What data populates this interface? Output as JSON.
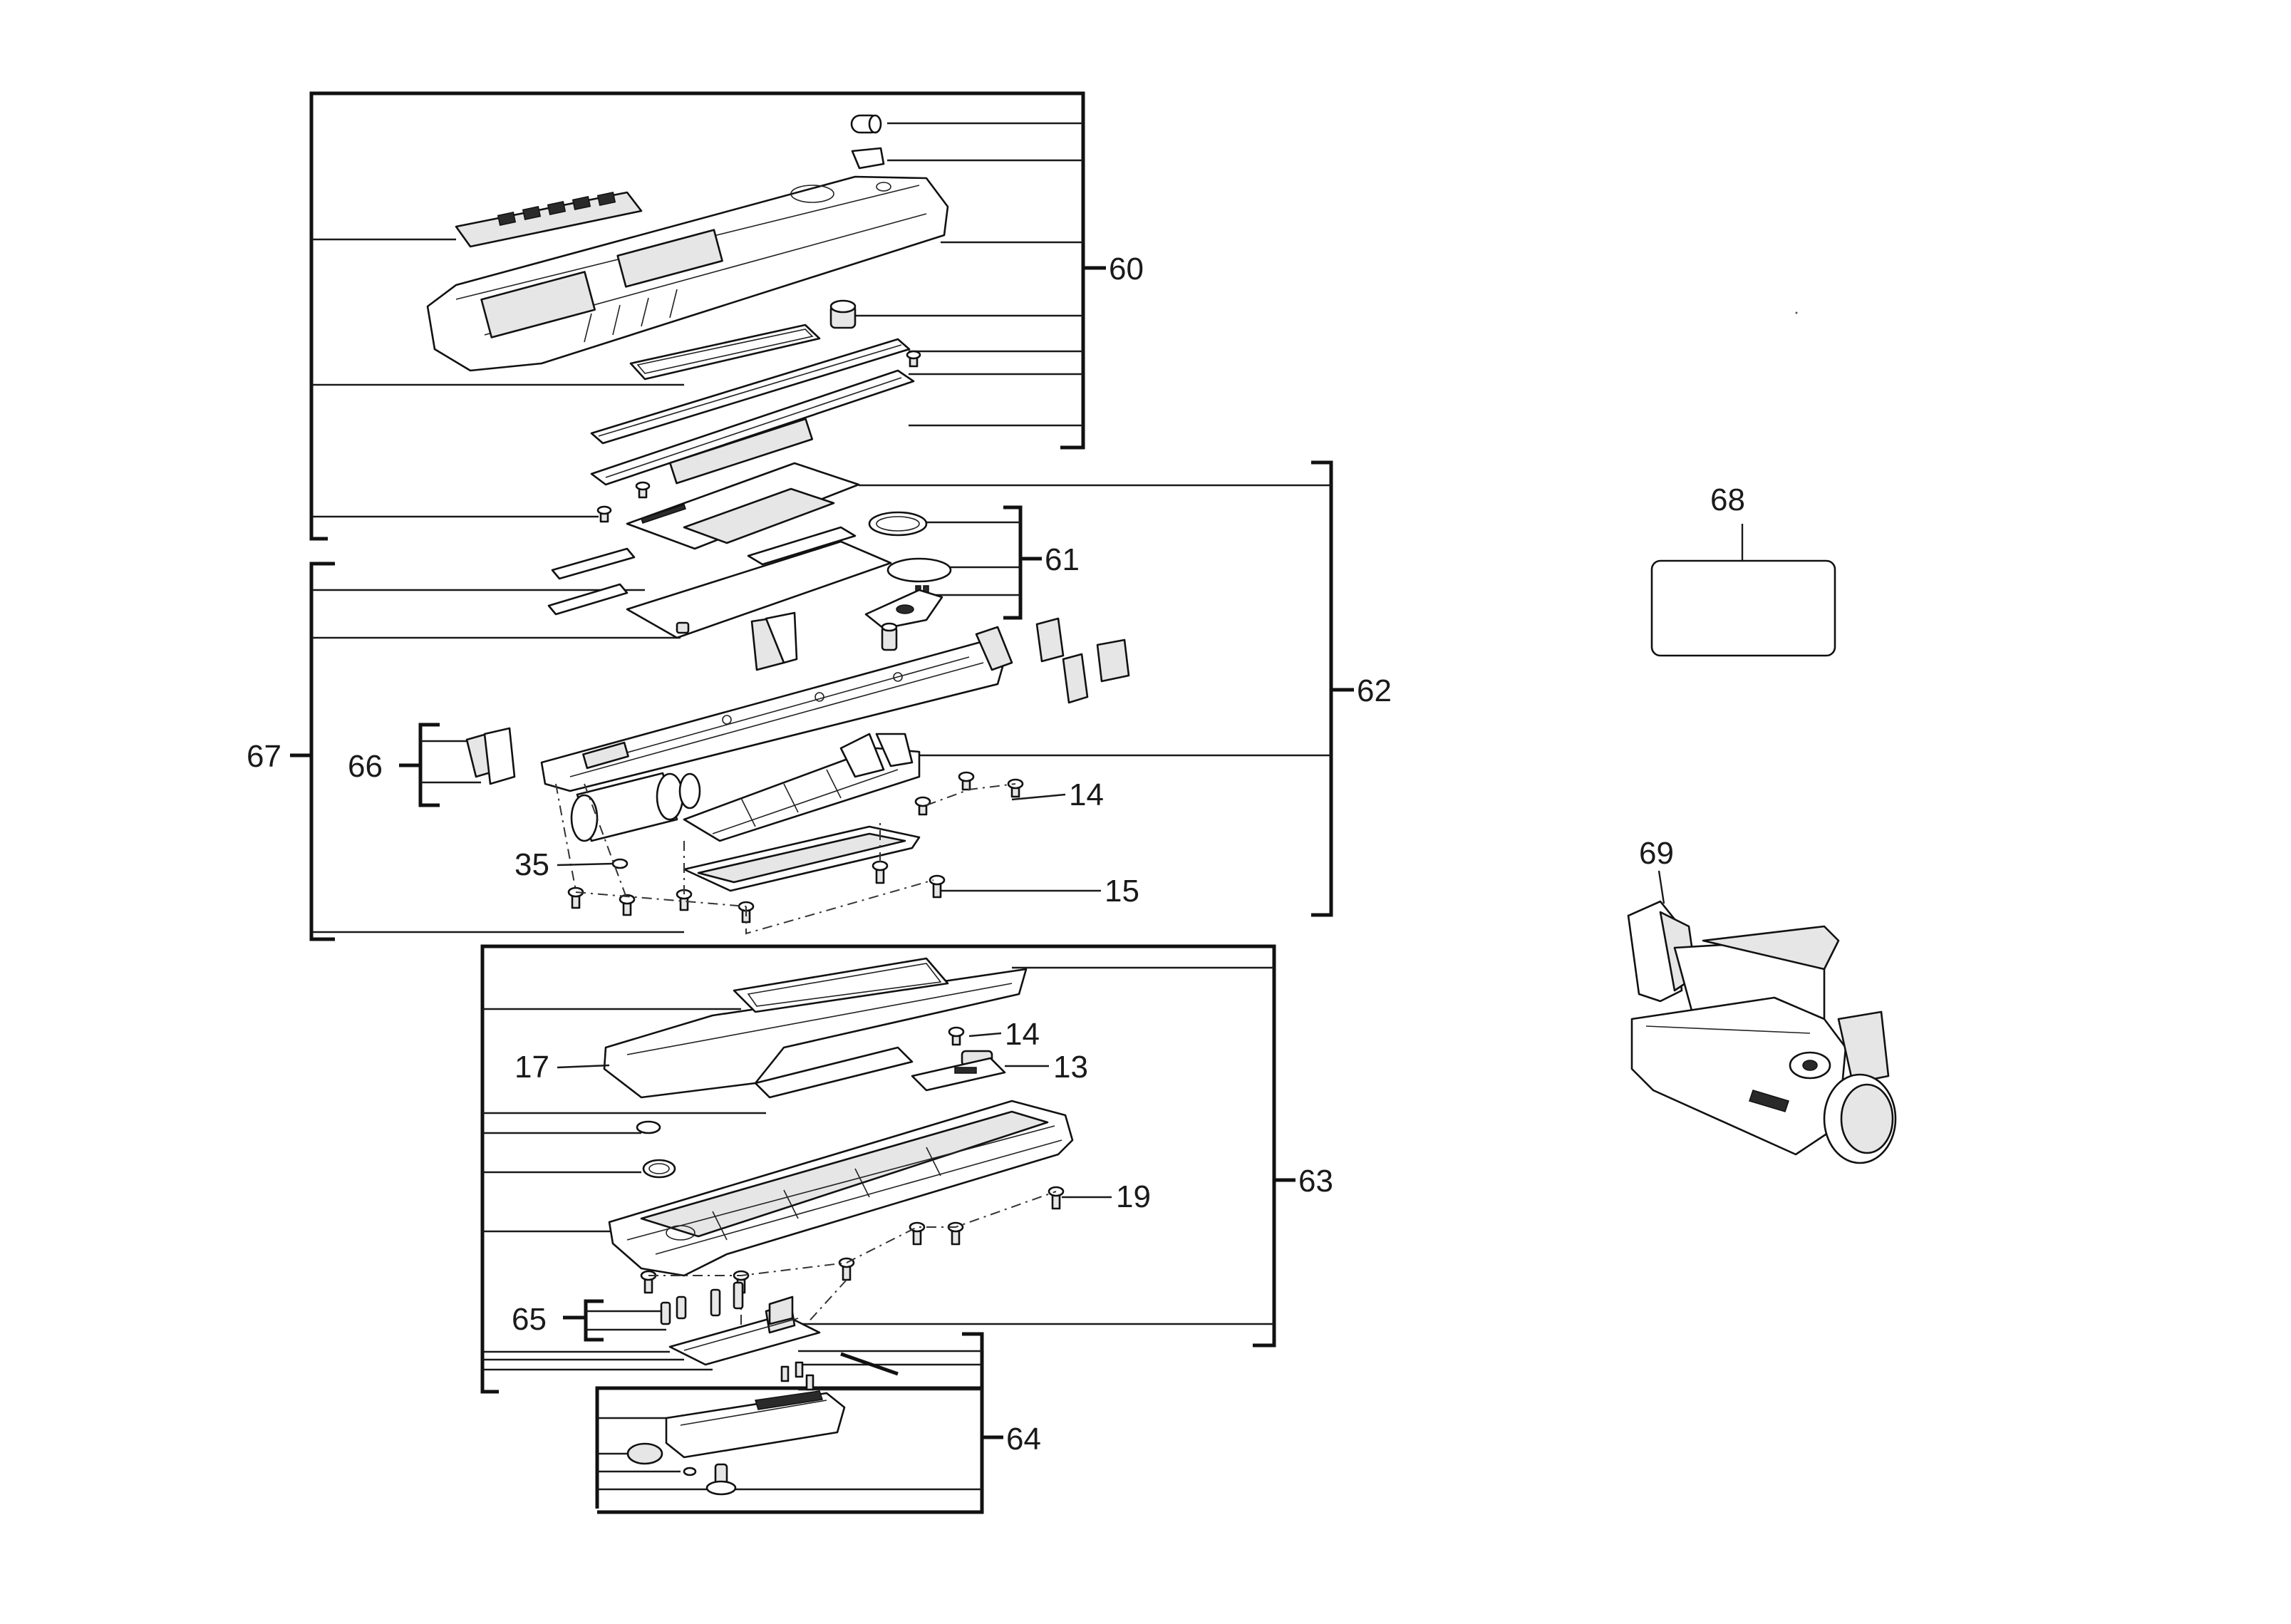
{
  "diagram": {
    "callouts": {
      "c60": "60",
      "c61": "61",
      "c62": "62",
      "c63": "63",
      "c64": "64",
      "c65": "65",
      "c66": "66",
      "c67": "67",
      "c68": "68",
      "c69": "69",
      "c14a": "14",
      "c14b": "14",
      "c15": "15",
      "c17": "17",
      "c13": "13",
      "c19": "19",
      "c35": "35"
    }
  }
}
